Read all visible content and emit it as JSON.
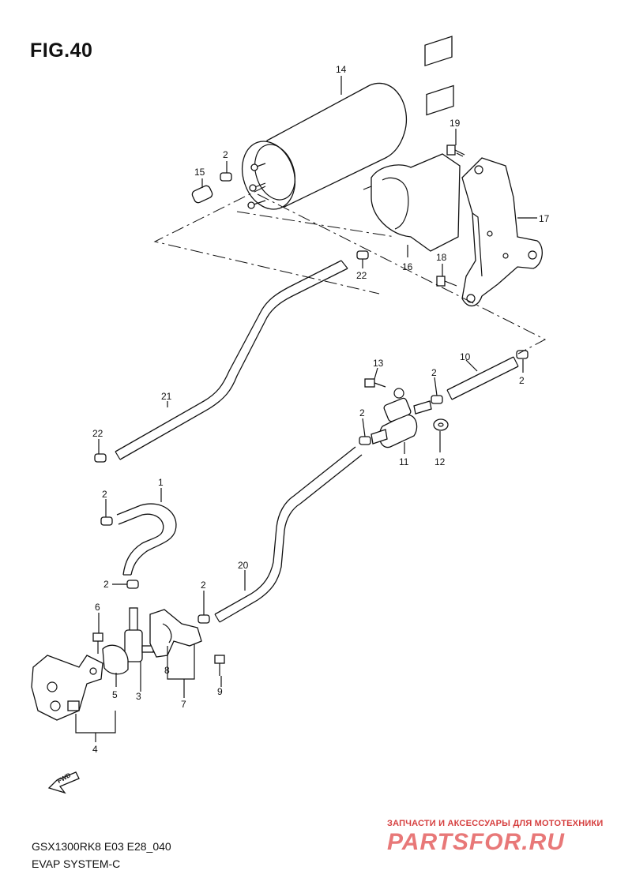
{
  "figure": {
    "title": "FIG.40"
  },
  "footer": {
    "model": "GSX1300RK8 E03 E28_040",
    "section": "EVAP SYSTEM-C"
  },
  "watermark": {
    "line1": "ЗАПЧАСТИ И АКСЕССУАРЫ ДЛЯ МОТОТЕХНИКИ",
    "logo": "PARTSFOR.RU"
  },
  "direction_marker": {
    "label": "FWD"
  },
  "callouts": {
    "c1": "1",
    "c2a": "2",
    "c2b": "2",
    "c2c": "2",
    "c2d": "2",
    "c2e": "2",
    "c2f": "2",
    "c2g": "2",
    "c3": "3",
    "c4": "4",
    "c5": "5",
    "c6": "6",
    "c7": "7",
    "c8": "8",
    "c9": "9",
    "c10": "10",
    "c11": "11",
    "c12": "12",
    "c13": "13",
    "c14": "14",
    "c15": "15",
    "c16": "16",
    "c17": "17",
    "c18": "18",
    "c19": "19",
    "c20": "20",
    "c21": "21",
    "c22a": "22",
    "c22b": "22"
  },
  "colors": {
    "line": "#111111",
    "watermark": "#d64040"
  }
}
